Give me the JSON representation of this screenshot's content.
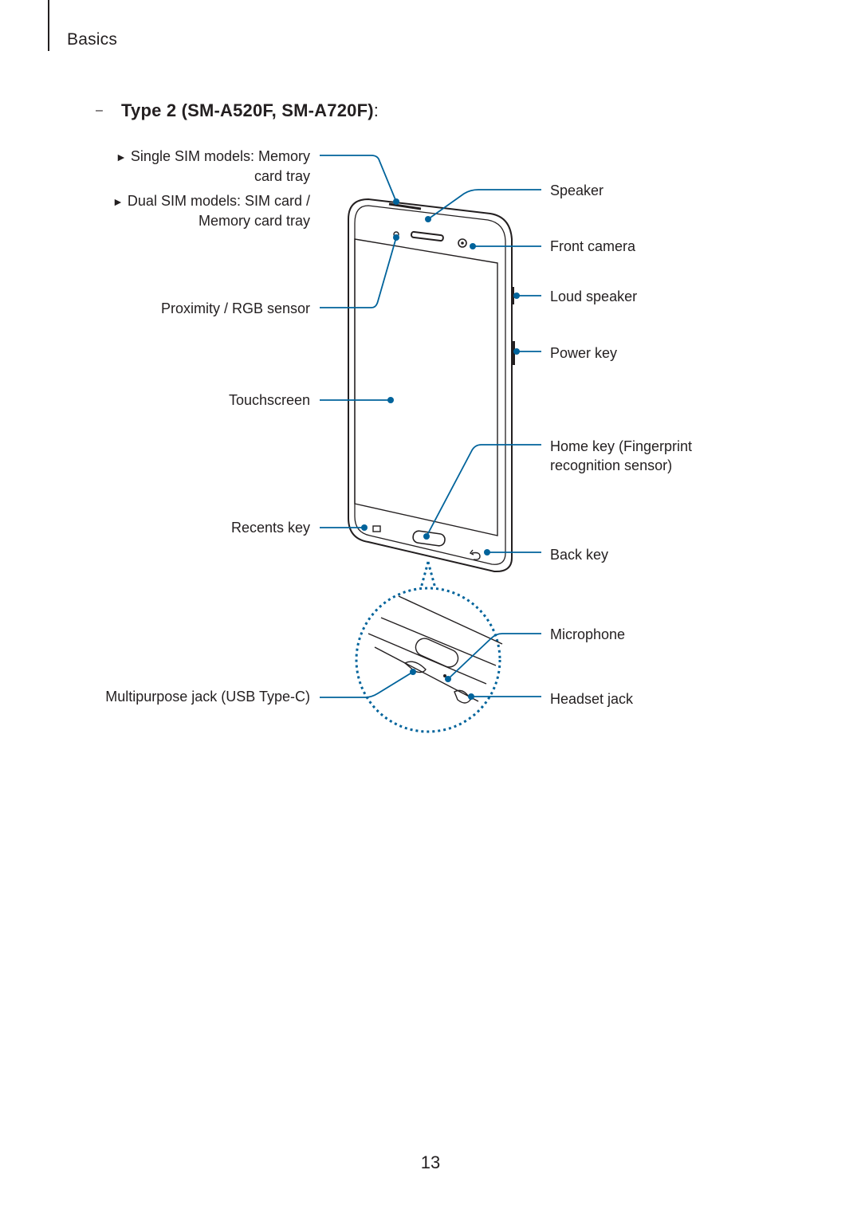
{
  "page": {
    "section_label": "Basics",
    "page_number": "13"
  },
  "heading": {
    "bullet": "–",
    "title": "Type 2 (SM-A520F, SM-A720F)",
    "colon": ":"
  },
  "labels": {
    "single_sim_marker": "►",
    "single_sim_line1": "Single SIM models: Memory",
    "single_sim_line2": "card tray",
    "dual_sim_marker": "►",
    "dual_sim_line1": "Dual SIM models: SIM card /",
    "dual_sim_line2": "Memory card tray",
    "proximity_sensor": "Proximity / RGB sensor",
    "touchscreen": "Touchscreen",
    "recents_key": "Recents key",
    "multipurpose_jack": "Multipurpose jack (USB Type-C)",
    "speaker": "Speaker",
    "front_camera": "Front camera",
    "loud_speaker": "Loud speaker",
    "power_key": "Power key",
    "home_key_line1": "Home key (Fingerprint",
    "home_key_line2": "recognition sensor)",
    "back_key": "Back key",
    "microphone": "Microphone",
    "headset_jack": "Headset jack"
  },
  "colors": {
    "callout_line": "#00639b",
    "text": "#231f20",
    "outline": "#231f20"
  }
}
